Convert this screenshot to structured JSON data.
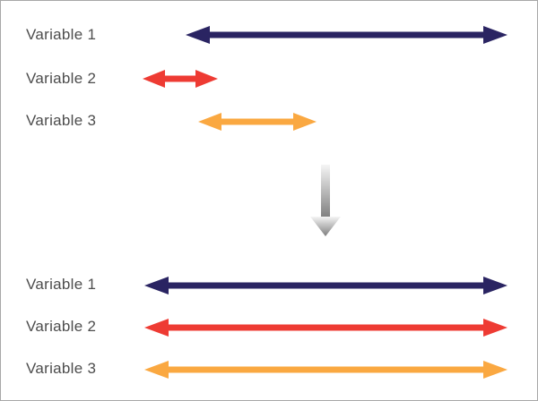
{
  "diagram": {
    "title": "variable-range-normalization-diagram",
    "before": {
      "rows": [
        {
          "label": "Variable 1",
          "color_name": "navy",
          "relative_length": "long"
        },
        {
          "label": "Variable 2",
          "color_name": "red",
          "relative_length": "short"
        },
        {
          "label": "Variable 3",
          "color_name": "orange",
          "relative_length": "medium"
        }
      ]
    },
    "transform_icon": "down-arrow",
    "after": {
      "rows": [
        {
          "label": "Variable 1",
          "color_name": "navy",
          "relative_length": "full"
        },
        {
          "label": "Variable 2",
          "color_name": "red",
          "relative_length": "full"
        },
        {
          "label": "Variable 3",
          "color_name": "orange",
          "relative_length": "full"
        }
      ]
    }
  },
  "colors": {
    "navy": "#2a2462",
    "red": "#ee3b33",
    "orange": "#faa841",
    "label_text": "#4d4d4d",
    "border": "#a8a8a8",
    "gray_arrow_start": "#f5f5f5",
    "gray_arrow_end": "#7d7d7d"
  }
}
